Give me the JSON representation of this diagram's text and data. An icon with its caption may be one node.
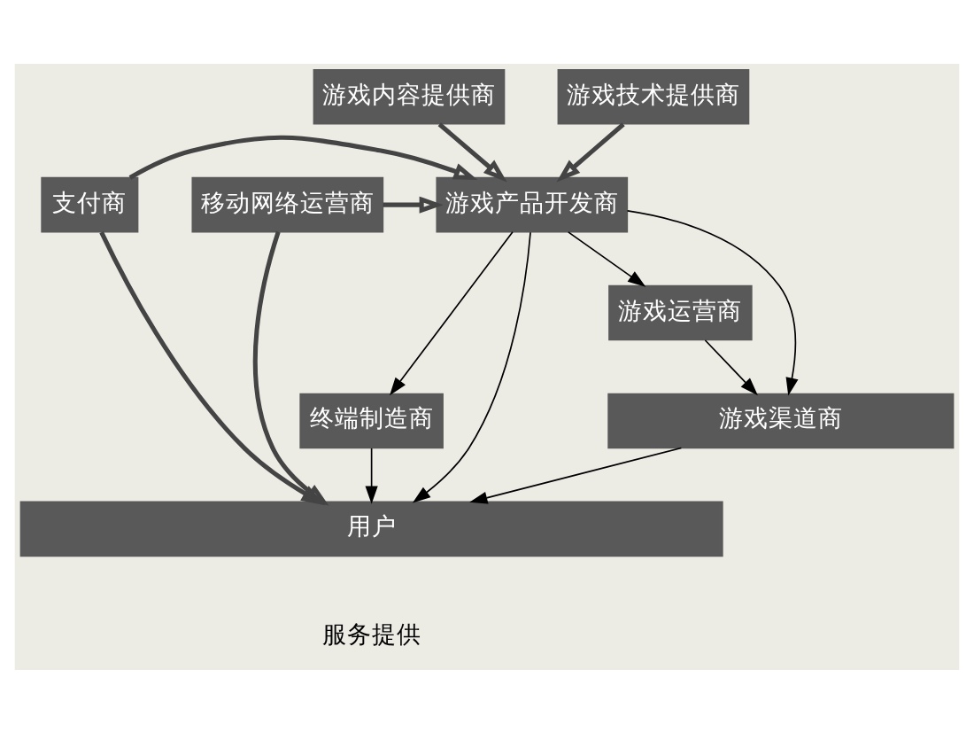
{
  "diagram": {
    "nodes": [
      {
        "text": [
          "游戏内容提供商"
        ]
      },
      {
        "text": [
          "游戏技术提供商"
        ]
      },
      {
        "text": [
          "游戏产品开发商"
        ]
      },
      {
        "text": [
          "支付商"
        ]
      },
      {
        "text": [
          "移动网络运营商"
        ]
      },
      {
        "text": [
          "游戏运营商"
        ]
      },
      {
        "text": [
          "游戏渠道商"
        ]
      },
      {
        "text": [
          "终端制造商"
        ]
      },
      {
        "text": [
          "用户"
        ]
      }
    ],
    "edges": [
      {
        "from": 0,
        "to": 2,
        "arrow": "to",
        "style": "thick"
      },
      {
        "from": 1,
        "to": 2,
        "arrow": "to",
        "style": "thick"
      },
      {
        "from": 3,
        "to": 2,
        "arrow": "to",
        "style": "thick"
      },
      {
        "from": 4,
        "to": 2,
        "arrow": "to",
        "style": "thick"
      },
      {
        "from": 3,
        "to": 8,
        "arrow": "to",
        "style": "thick"
      },
      {
        "from": 4,
        "to": 8,
        "arrow": "to",
        "style": "thick"
      },
      {
        "from": 2,
        "to": 5,
        "arrow": "to"
      },
      {
        "from": 2,
        "to": 6,
        "arrow": "to"
      },
      {
        "from": 2,
        "to": 8,
        "arrow": "to"
      },
      {
        "from": 2,
        "to": 7,
        "arrow": "to"
      },
      {
        "from": 5,
        "to": 6,
        "arrow": "to"
      },
      {
        "from": 6,
        "to": 8,
        "arrow": "to"
      },
      {
        "from": 7,
        "to": 8,
        "arrow": "to"
      }
    ],
    "legend": [
      {
        "text": "服务提供"
      }
    ]
  }
}
